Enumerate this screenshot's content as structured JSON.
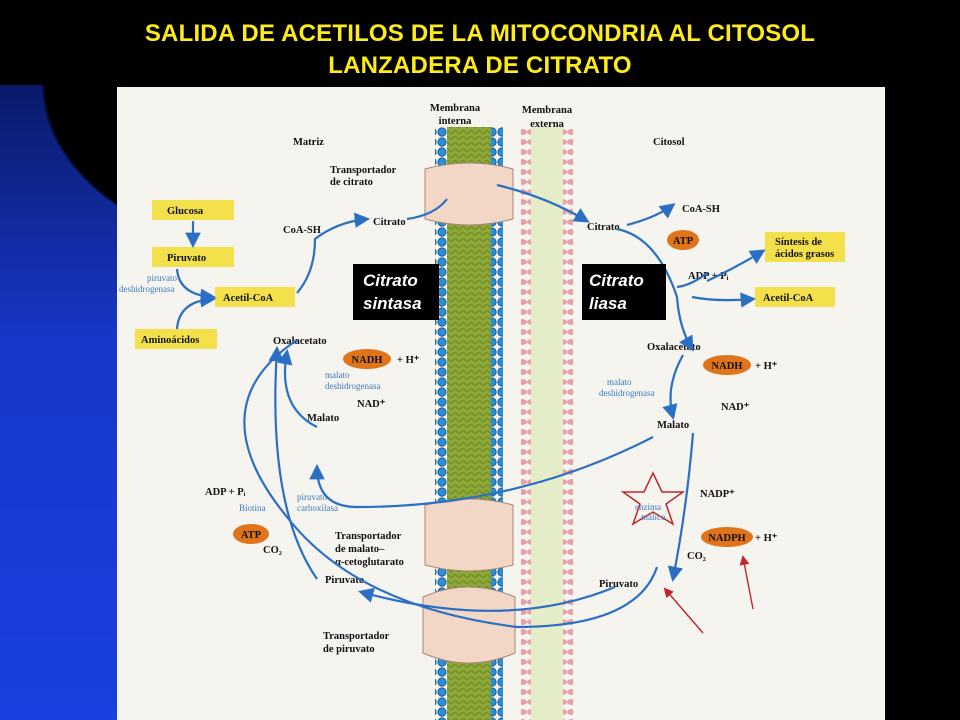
{
  "title": {
    "line1": "SALIDA DE ACETILOS DE LA MITOCONDRIA AL CITOSOL",
    "line2": "LANZADERA DE CITRATO"
  },
  "membranes": {
    "inner": [
      "Membrana",
      "interna"
    ],
    "outer": [
      "Membrana",
      "externa"
    ]
  },
  "compartments": {
    "matrix": "Matriz",
    "cytosol": "Citosol"
  },
  "transporters": {
    "citrate": [
      "Transportador",
      "de citrato"
    ],
    "malate": [
      "Transportador",
      "de malato–",
      "α-cetoglutarato"
    ],
    "pyruvate": [
      "Transportador",
      "de piruvato"
    ]
  },
  "matrix_labels": {
    "glucosa": "Glucosa",
    "piruvato": "Piruvato",
    "pdh": [
      "piruvato",
      "deshidrogenasa"
    ],
    "acetilcoa": "Acetil-CoA",
    "aminoacidos": "Aminoácidos",
    "coash": "CoA-SH",
    "citrato": "Citrato",
    "oxalacetato": "Oxalacetato",
    "nadh": "NADH",
    "hplus": "+ H⁺",
    "mdh": [
      "malato",
      "deshidrogenasa"
    ],
    "nad": "NAD⁺",
    "malato": "Malato",
    "adp": "ADP + Pᵢ",
    "biotina": "Biotina",
    "atp": "ATP",
    "pc": [
      "piruvato",
      "carboxilasa"
    ],
    "co2": "CO₂",
    "piruvato2": "Piruvato"
  },
  "cytosol_labels": {
    "coash": "CoA-SH",
    "citrato": "Citrato",
    "atp": "ATP",
    "adp": "ADP + Pᵢ",
    "sintesis": [
      "Síntesis de",
      "ácidos grasos"
    ],
    "acetilcoa": "Acetil-CoA",
    "oxalacetato": "Oxalacetato",
    "nadh": "NADH",
    "hplus": "+ H⁺",
    "mdh": [
      "malato",
      "deshidrogenasa"
    ],
    "nad": "NAD⁺",
    "malato": "Malato",
    "nadp": "NADP⁺",
    "enzima": [
      "enzima",
      "málico"
    ],
    "nadph": "NADPH",
    "hplus2": "+ H⁺",
    "co2": "CO₂",
    "piruvato": "Piruvato"
  },
  "enzymes": {
    "citrato_sintasa": [
      "Citrato",
      "sintasa"
    ],
    "citrato_liasa": [
      "Citrato",
      "liasa"
    ]
  },
  "colors": {
    "title": "#ffeb1a",
    "arrow": "#2a6fc4",
    "box_yellow": "#f3e04a",
    "oval_orange": "#e0741a",
    "transporter": "#f2d7c7",
    "enzyme_box": "#000000"
  }
}
